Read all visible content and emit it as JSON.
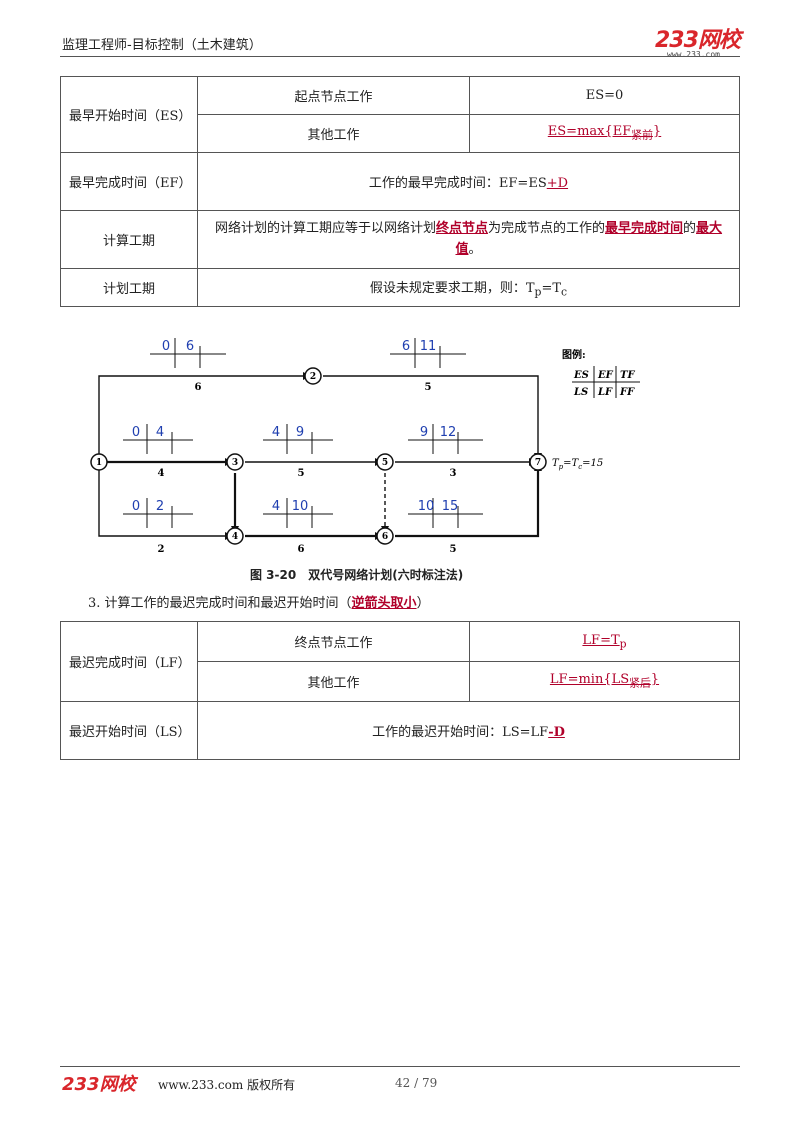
{
  "header": {
    "title": "监理工程师-目标控制（土木建筑）",
    "logo": "233网校",
    "logo_sub": "www.233.com"
  },
  "table1": {
    "es_label": "最早开始时间（ES）",
    "es_start_node": "起点节点工作",
    "es_start_value": "ES=0",
    "es_other": "其他工作",
    "es_other_value_main": "ES=max{EF",
    "es_other_value_sub": "紧前",
    "es_other_value_end": "}",
    "ef_label": "最早完成时间（EF）",
    "ef_text": "工作的最早完成时间：EF=ES",
    "ef_plus": "+D",
    "tc_label": "计算工期",
    "tc_text_1": "网络计划的计算工期应等于以网络计划",
    "tc_text_2": "终点节点",
    "tc_text_3": "为完成节点的工作的",
    "tc_text_4": "最早完成时间",
    "tc_text_5": "的",
    "tc_text_6": "最大值",
    "tc_text_7": "。",
    "tp_label": "计划工期",
    "tp_text": "假设未规定要求工期，则：T",
    "tp_sub_p": "p",
    "tp_eq": "=T",
    "tp_sub_c": "c"
  },
  "diagram": {
    "caption": "图 3-20　双代号网络计划(六时标注法)",
    "legend_title": "图例:",
    "legend_es": "ES",
    "legend_ef": "EF",
    "legend_tf": "TF",
    "legend_ls": "LS",
    "legend_lf": "LF",
    "legend_ff": "FF",
    "tp_eq": "T",
    "tp_rest": "=15",
    "nodes": [
      "1",
      "2",
      "3",
      "4",
      "5",
      "6",
      "7"
    ],
    "durations": [
      "6",
      "5",
      "4",
      "5",
      "3",
      "2",
      "6",
      "5"
    ],
    "es_ef": [
      "0",
      "6",
      "6",
      "11",
      "0",
      "4",
      "4",
      "9",
      "9",
      "12",
      "0",
      "2",
      "4",
      "10",
      "10",
      "15"
    ]
  },
  "sec3": {
    "text_1": "3. 计算工作的最迟完成时间和最迟开始时间（",
    "text_red": "逆箭头取小",
    "text_2": "）"
  },
  "table2": {
    "lf_label": "最迟完成时间（LF）",
    "lf_end_node": "终点节点工作",
    "lf_end_value_main": "LF=T",
    "lf_end_value_sub": "p",
    "lf_other": "其他工作",
    "lf_other_value_main": "LF=min{LS",
    "lf_other_value_sub": "紧后",
    "lf_other_value_end": "}",
    "ls_label": "最迟开始时间（LS）",
    "ls_text": "工作的最迟开始时间：LS=LF",
    "ls_minus": "-D"
  },
  "footer": {
    "logo": "233网校",
    "site": "www.233.com 版权所有",
    "page": "42 / 79"
  }
}
